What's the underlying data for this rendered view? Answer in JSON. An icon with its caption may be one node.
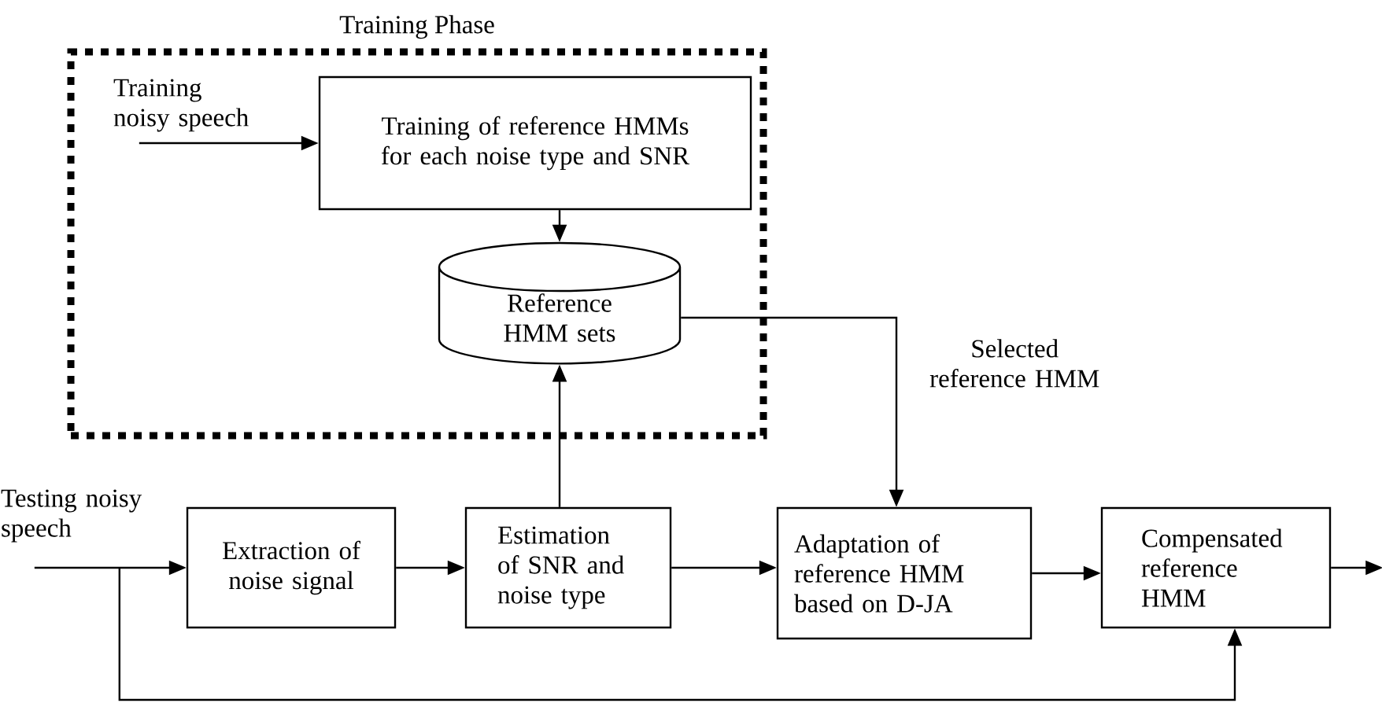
{
  "diagram": {
    "nodes": [
      {
        "text": [
          "Training Phase"
        ]
      },
      {
        "text": [
          "Training noisy speech"
        ],
        "in": 0
      },
      {
        "text": [
          "Training of reference HMMs for each noise type and SNR"
        ],
        "in": 0
      },
      {
        "text": [
          "Reference HMM sets"
        ],
        "in": 0
      },
      {
        "text": [
          "Testing noisy speech"
        ]
      },
      {
        "text": [
          "Extraction of noise signal"
        ]
      },
      {
        "text": [
          "Estimation of SNR and noise type"
        ]
      },
      {
        "text": [
          "Adaptation of reference HMM based on D-JA"
        ]
      },
      {
        "text": [
          "Compensated reference HMM"
        ]
      }
    ],
    "edges": [
      {
        "from": 1,
        "to": 2,
        "arrow": "to"
      },
      {
        "from": 2,
        "to": 3,
        "arrow": "to"
      },
      {
        "from": 6,
        "to": 3,
        "arrow": "to"
      },
      {
        "from": 3,
        "to": 7,
        "arrow": "to",
        "label": "Selected reference HMM"
      },
      {
        "from": 4,
        "to": 5,
        "arrow": "to"
      },
      {
        "from": 5,
        "to": 6,
        "arrow": "to"
      },
      {
        "from": 6,
        "to": 7,
        "arrow": "to"
      },
      {
        "from": 7,
        "to": 8,
        "arrow": "to"
      },
      {
        "from": 8,
        "to": null,
        "arrow": "to"
      },
      {
        "from": 4,
        "to": 8,
        "arrow": "to"
      }
    ]
  }
}
